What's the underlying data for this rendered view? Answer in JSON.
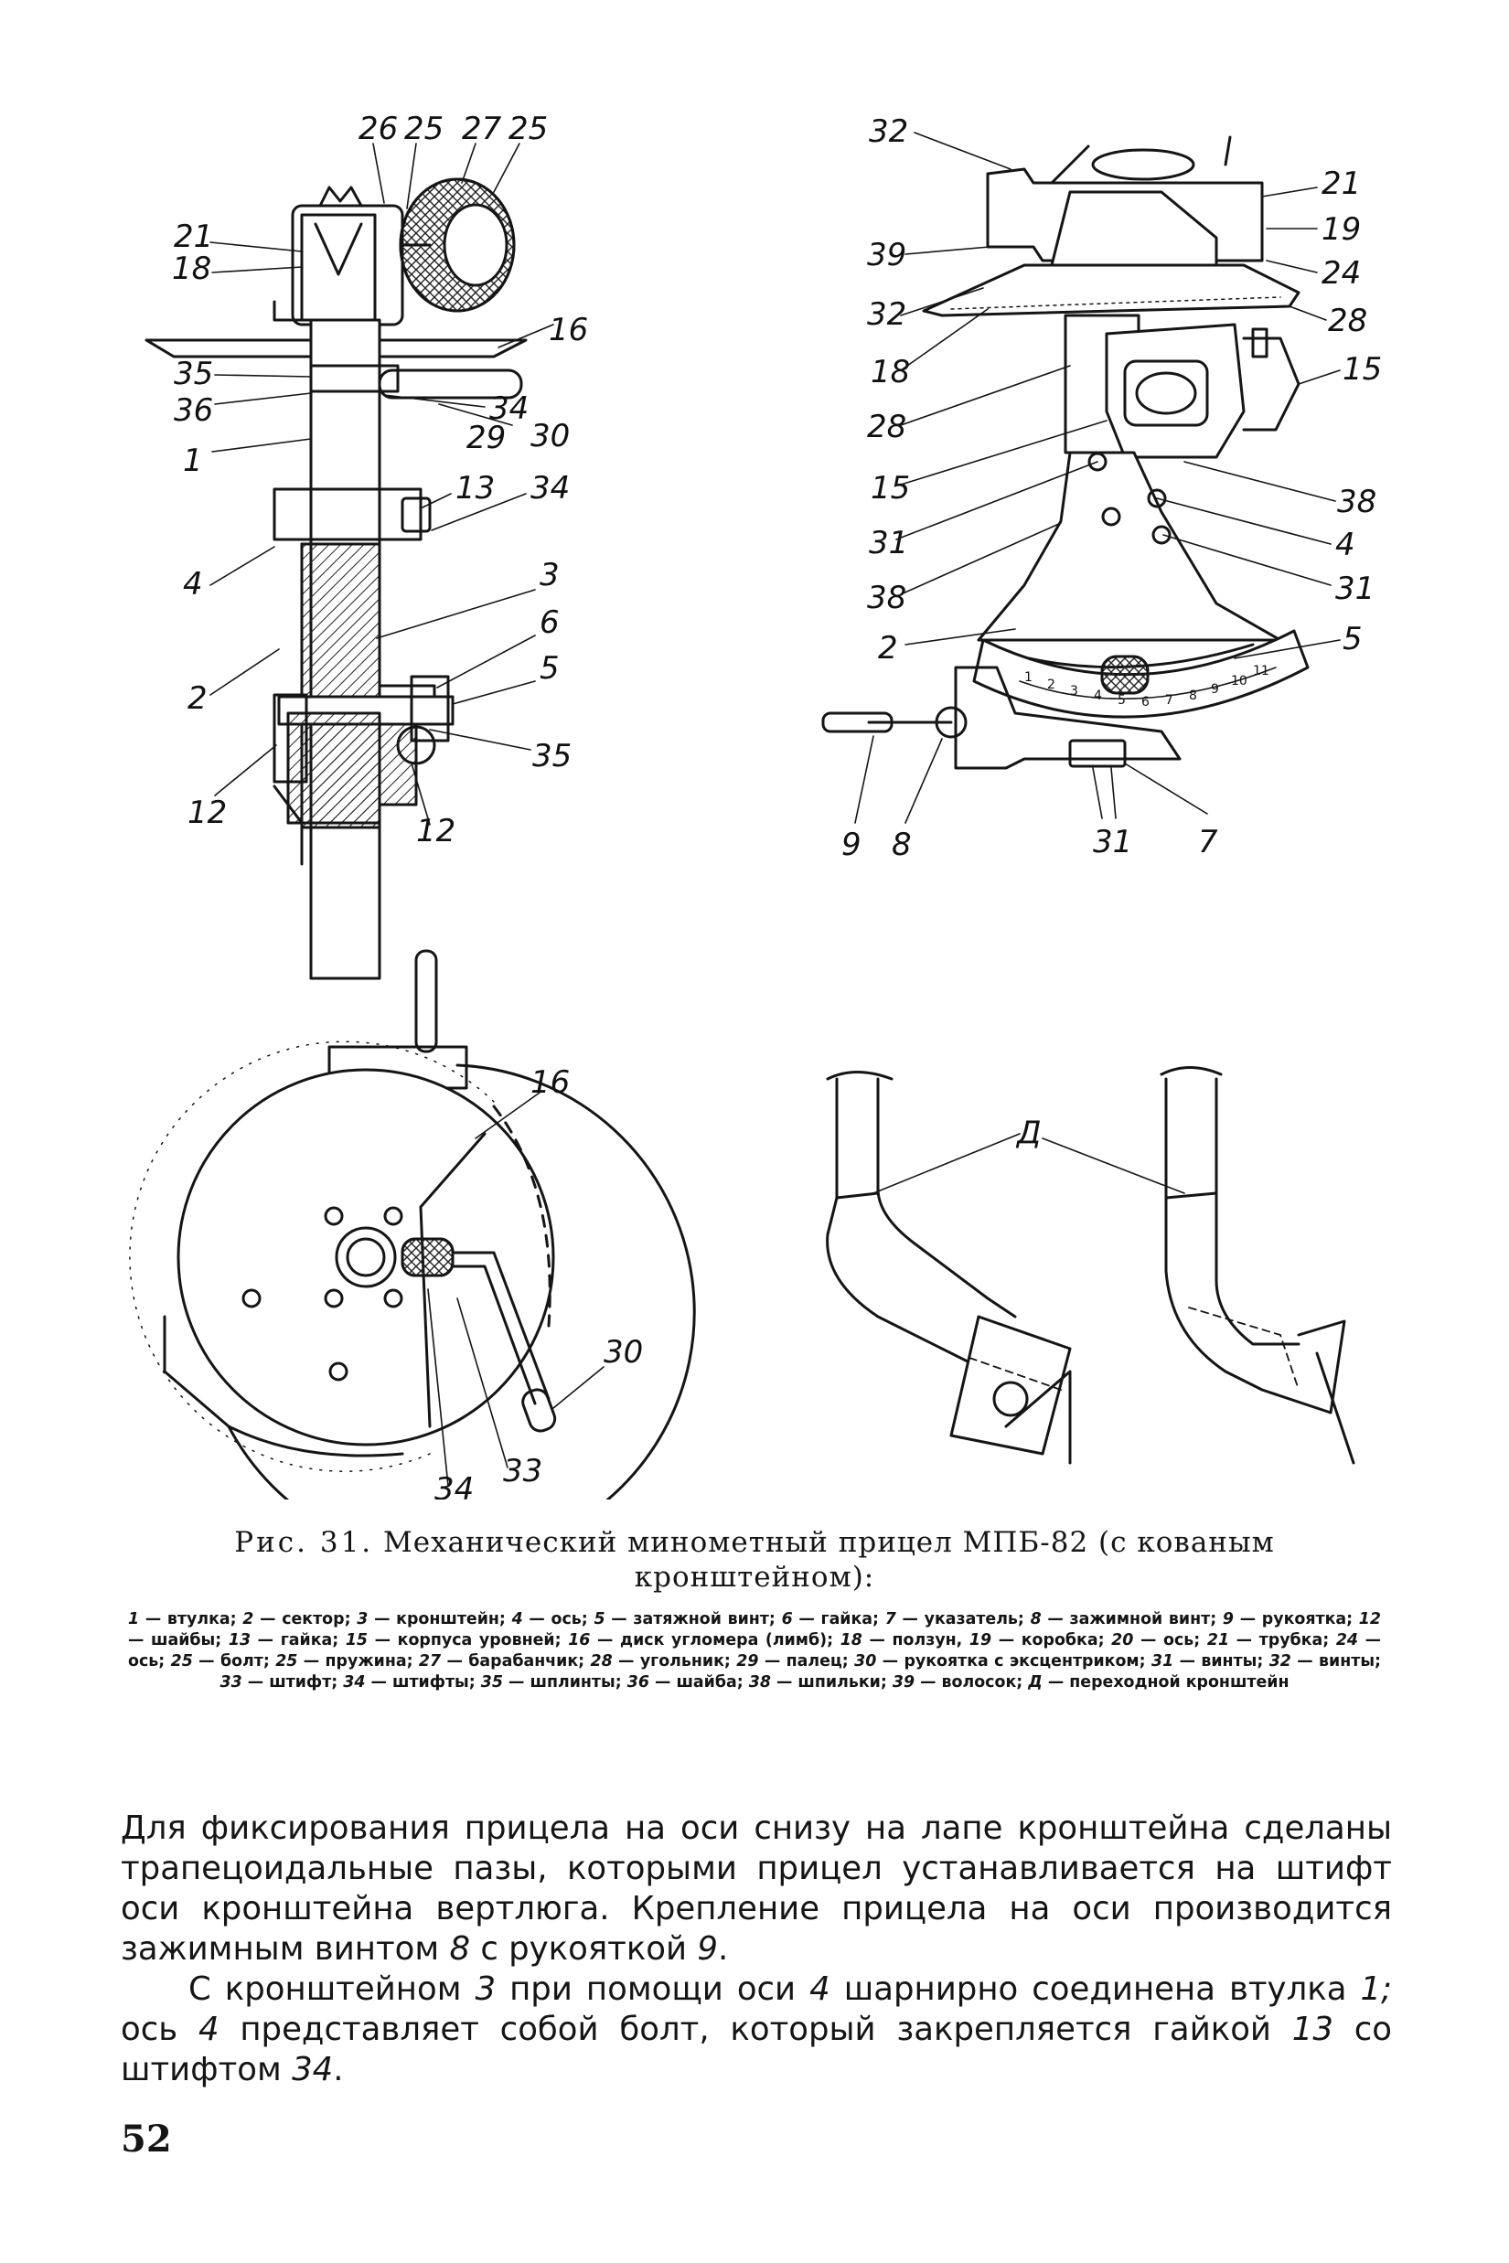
{
  "figure": {
    "callouts": {
      "a": [
        "26",
        "25",
        "27",
        "25",
        "21",
        "18",
        "16",
        "35",
        "36",
        "1",
        "34",
        "29",
        "30",
        "13",
        "34",
        "4",
        "3",
        "6",
        "5",
        "2",
        "35",
        "12",
        "12"
      ],
      "b": [
        "32",
        "21",
        "19",
        "39",
        "24",
        "32",
        "28",
        "18",
        "15",
        "28",
        "15",
        "38",
        "31",
        "4",
        "31",
        "38",
        "5",
        "2",
        "9",
        "8",
        "31",
        "7"
      ],
      "c": [
        "16",
        "30",
        "34",
        "33"
      ],
      "d": [
        "Д"
      ]
    },
    "scale_ticks": [
      "1",
      "2",
      "3",
      "4",
      "5",
      "6",
      "7",
      "8",
      "9",
      "10",
      "11"
    ]
  },
  "caption": {
    "fig_no": "Рис. 31.",
    "title": "Механический минометный прицел МПБ-82 (с кованым кронштейном):"
  },
  "legend": [
    {
      "k": "1",
      "v": " — втулка; "
    },
    {
      "k": "2",
      "v": " — сектор; "
    },
    {
      "k": "3",
      "v": " — кронштейн; "
    },
    {
      "k": "4",
      "v": " — ось; "
    },
    {
      "k": "5",
      "v": " — затяжной винт; "
    },
    {
      "k": "6",
      "v": " — гайка; "
    },
    {
      "k": "7",
      "v": " — указатель; "
    },
    {
      "k": "8",
      "v": " — зажимной винт; "
    },
    {
      "k": "9",
      "v": " — рукоятка; "
    },
    {
      "k": "12",
      "v": " — шайбы; "
    },
    {
      "k": "13",
      "v": " — гайка; "
    },
    {
      "k": "15",
      "v": " — корпуса уровней; "
    },
    {
      "k": "16",
      "v": " — диск угломера (лимб); "
    },
    {
      "k": "18",
      "v": " — ползун, "
    },
    {
      "k": "19",
      "v": " — коробка; "
    },
    {
      "k": "20",
      "v": " — ось; "
    },
    {
      "k": "21",
      "v": " — трубка; "
    },
    {
      "k": "24",
      "v": " — ось; "
    },
    {
      "k": "25",
      "v": " — болт; "
    },
    {
      "k": "25",
      "v": " — пружина; "
    },
    {
      "k": "27",
      "v": " — барабанчик; "
    },
    {
      "k": "28",
      "v": " — угольник; "
    },
    {
      "k": "29",
      "v": " — палец; "
    },
    {
      "k": "30",
      "v": " — рукоятка с эксцентриком; "
    },
    {
      "k": "31",
      "v": " — винты; "
    },
    {
      "k": "32",
      "v": " — винты; "
    },
    {
      "k": "33",
      "v": " — штифт; "
    },
    {
      "k": "34",
      "v": " — штифты; "
    },
    {
      "k": "35",
      "v": " — шплинты; "
    },
    {
      "k": "36",
      "v": " — шайба; "
    },
    {
      "k": "38",
      "v": " — шпильки; "
    },
    {
      "k": "39",
      "v": " — волосок; "
    },
    {
      "k": "Д",
      "v": " — переходной кронштейн"
    }
  ],
  "body": {
    "p1": [
      {
        "t": "Для фиксирования прицела на оси снизу на лапе кронштейна сделаны трапецоидальные пазы, которыми прицел устанавливается на штифт оси кронштейна вертлюга. Крепление прицела на оси производится зажимным винтом "
      },
      {
        "t": "8",
        "i": true
      },
      {
        "t": " с рукояткой "
      },
      {
        "t": "9",
        "i": true
      },
      {
        "t": "."
      }
    ],
    "p2": [
      {
        "t": "С кронштейном "
      },
      {
        "t": "3",
        "i": true
      },
      {
        "t": " при помощи оси "
      },
      {
        "t": "4",
        "i": true
      },
      {
        "t": " шарнирно соединена втулка "
      },
      {
        "t": "1;",
        "i": true
      },
      {
        "t": " ось "
      },
      {
        "t": "4",
        "i": true
      },
      {
        "t": " представляет собой болт, который закрепляется гайкой "
      },
      {
        "t": "13",
        "i": true
      },
      {
        "t": " со штифтом "
      },
      {
        "t": "34",
        "i": true
      },
      {
        "t": "."
      }
    ]
  },
  "page_number": "52"
}
